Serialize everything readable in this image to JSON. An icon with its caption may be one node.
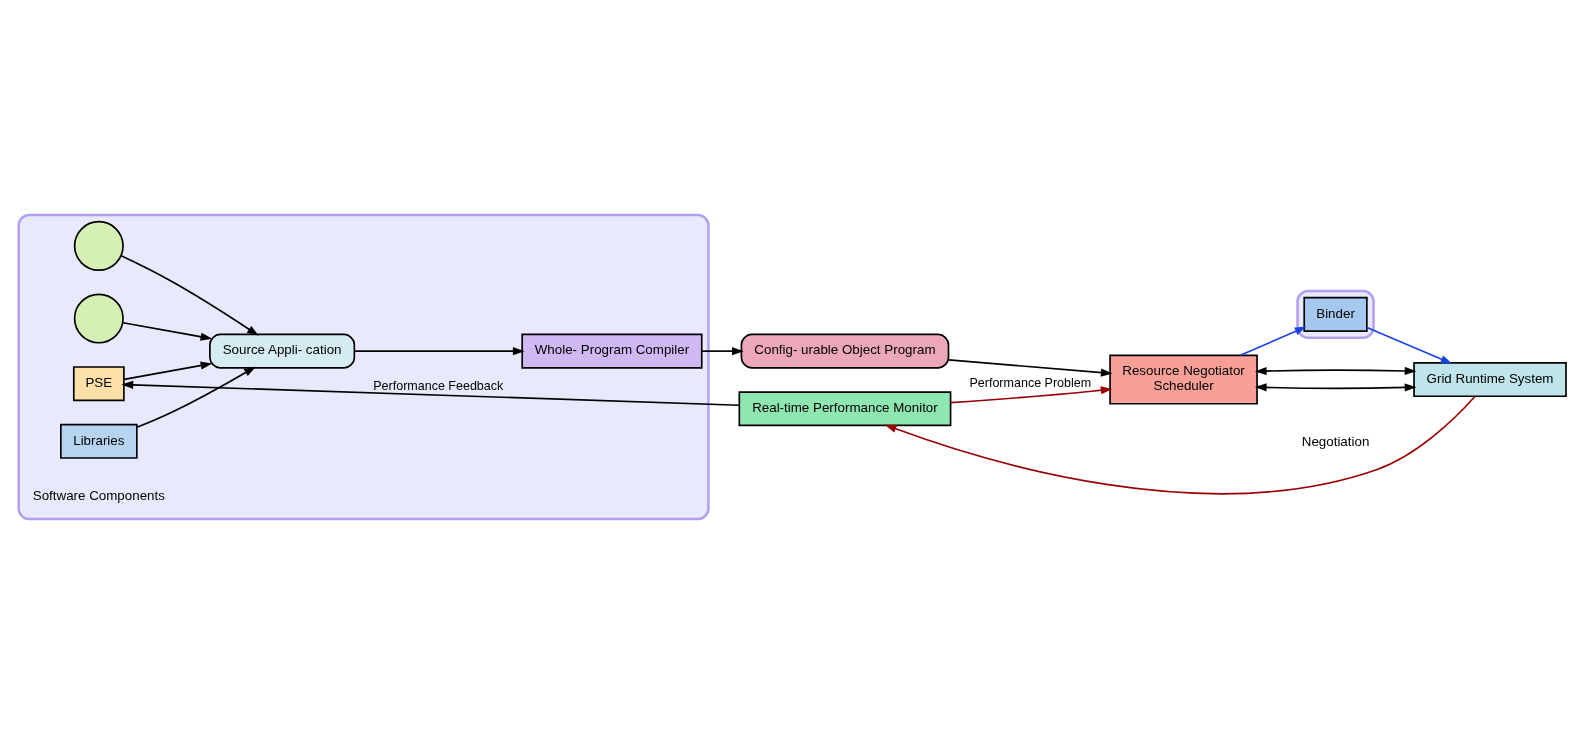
{
  "diagram": {
    "nodes": [
      {
        "text": [],
        "shape": "box"
      },
      {
        "text": [],
        "shape": "circle",
        "in": 0
      },
      {
        "text": [],
        "shape": "circle",
        "in": 0
      },
      {
        "text": [
          "PSE"
        ],
        "in": 0
      },
      {
        "text": [
          "Source Appli- cation"
        ],
        "in": 0
      },
      {
        "text": [
          "Libraries"
        ],
        "in": 0
      },
      {
        "text": [
          "Whole- Program Compiler"
        ],
        "in": 0
      },
      {
        "text": [
          "Config- urable Object Program"
        ]
      },
      {
        "text": [
          "Resource Negotiator",
          "Scheduler"
        ]
      },
      {
        "text": [
          "Real-time Performance Monitor"
        ]
      },
      {
        "text": [],
        "shape": "box"
      },
      {
        "text": [
          "Binder"
        ],
        "in": 10
      },
      {
        "text": [
          "Grid Runtime System"
        ]
      }
    ],
    "edges": [
      {
        "from": 9,
        "to": 3,
        "arrow": "to",
        "label": "Performance Feedback"
      },
      {
        "from": 1,
        "to": 4,
        "arrow": "to"
      },
      {
        "from": 2,
        "to": 4,
        "arrow": "to"
      },
      {
        "from": 3,
        "to": 4,
        "arrow": "to"
      },
      {
        "from": 5,
        "to": 4,
        "arrow": "to"
      },
      {
        "from": 4,
        "to": 6,
        "arrow": "to"
      },
      {
        "from": 6,
        "to": 7,
        "arrow": "to"
      },
      {
        "from": 7,
        "to": 8,
        "arrow": "to"
      },
      {
        "from": 12,
        "to": 9,
        "arrow": "to",
        "color": "#990000"
      },
      {
        "from": 9,
        "to": 8,
        "arrow": "to",
        "label": "Performance Problem",
        "color": "#990000"
      },
      {
        "from": 8,
        "to": 12,
        "arrow": "both"
      },
      {
        "from": 8,
        "to": 12,
        "arrow": "both"
      },
      {
        "from": 8,
        "to": 11,
        "arrow": "to",
        "color": "#1a44dd"
      },
      {
        "from": 11,
        "to": 12,
        "arrow": "to",
        "color": "#1a44dd"
      }
    ],
    "labels": [
      "Software Components",
      "Negotiation"
    ]
  }
}
